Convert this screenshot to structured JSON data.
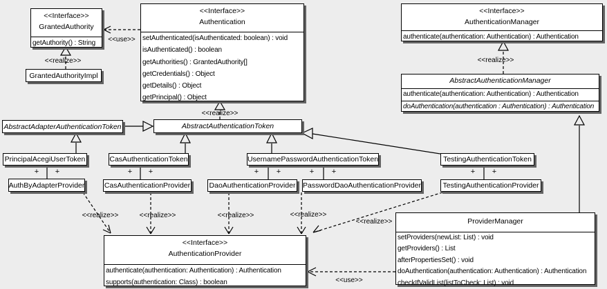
{
  "labels": {
    "use": "<<use>>",
    "realize": "<<realize>>",
    "plus": "+"
  },
  "classes": {
    "granted_authority": {
      "stereotype": "<<Interface>>",
      "name": "GrantedAuthority",
      "methods": [
        "getAuthority() : String"
      ]
    },
    "granted_authority_impl": {
      "name": "GrantedAuthorityImpl"
    },
    "authentication": {
      "stereotype": "<<Interface>>",
      "name": "Authentication",
      "methods": [
        "setAuthenticated(isAuthenticated: boolean) : void",
        "isAuthenticated() : boolean",
        "getAuthorities() : GrantedAuthority[]",
        "getCredentials() : Object",
        "getDetails() : Object",
        "getPrincipal() : Object"
      ]
    },
    "authentication_manager": {
      "stereotype": "<<Interface>>",
      "name": "AuthenticationManager",
      "methods": [
        "authenticate(authentication: Authentication) : Authentication"
      ]
    },
    "abstract_authentication_manager": {
      "name": "AbstractAuthenticationManager",
      "methods": [
        "authenticate(authentication: Authentication) : Authentication",
        "doAuthentication(authentication : Authentication) : Authentication"
      ]
    },
    "abstract_adapter_authentication_token": {
      "name": "AbstractAdapterAuthenticationToken"
    },
    "abstract_authentication_token": {
      "name": "AbstractAuthenticationToken"
    },
    "principal_acegi_user_token": {
      "name": "PrincipalAcegiUserToken"
    },
    "auth_by_adapter_provider": {
      "name": "AuthByAdapterProvider"
    },
    "cas_authentication_token": {
      "name": "CasAuthenticationToken"
    },
    "cas_authentication_provider": {
      "name": "CasAuthenticationProvider"
    },
    "username_password_authentication_token": {
      "name": "UsernamePasswordAuthenticationToken"
    },
    "dao_authentication_provider": {
      "name": "DaoAuthenticationProvider"
    },
    "password_dao_authentication_provider": {
      "name": "PasswordDaoAuthenticationProvider"
    },
    "testing_authentication_token": {
      "name": "TestingAuthenticationToken"
    },
    "testing_authentication_provider": {
      "name": "TestingAuthenticationProvider"
    },
    "authentication_provider": {
      "stereotype": "<<Interface>>",
      "name": "AuthenticationProvider",
      "methods": [
        "authenticate(authentication: Authentication) : Authentication",
        "supports(authentication: Class) : boolean"
      ]
    },
    "provider_manager": {
      "name": "ProviderManager",
      "methods": [
        "setProviders(newList: List) : void",
        "getProviders() : List",
        "afterPropertiesSet() : void",
        "doAuthentication(authentication: Authentication) : Authentication",
        "checkIfValidList(listToCheck: List) : void"
      ]
    }
  }
}
